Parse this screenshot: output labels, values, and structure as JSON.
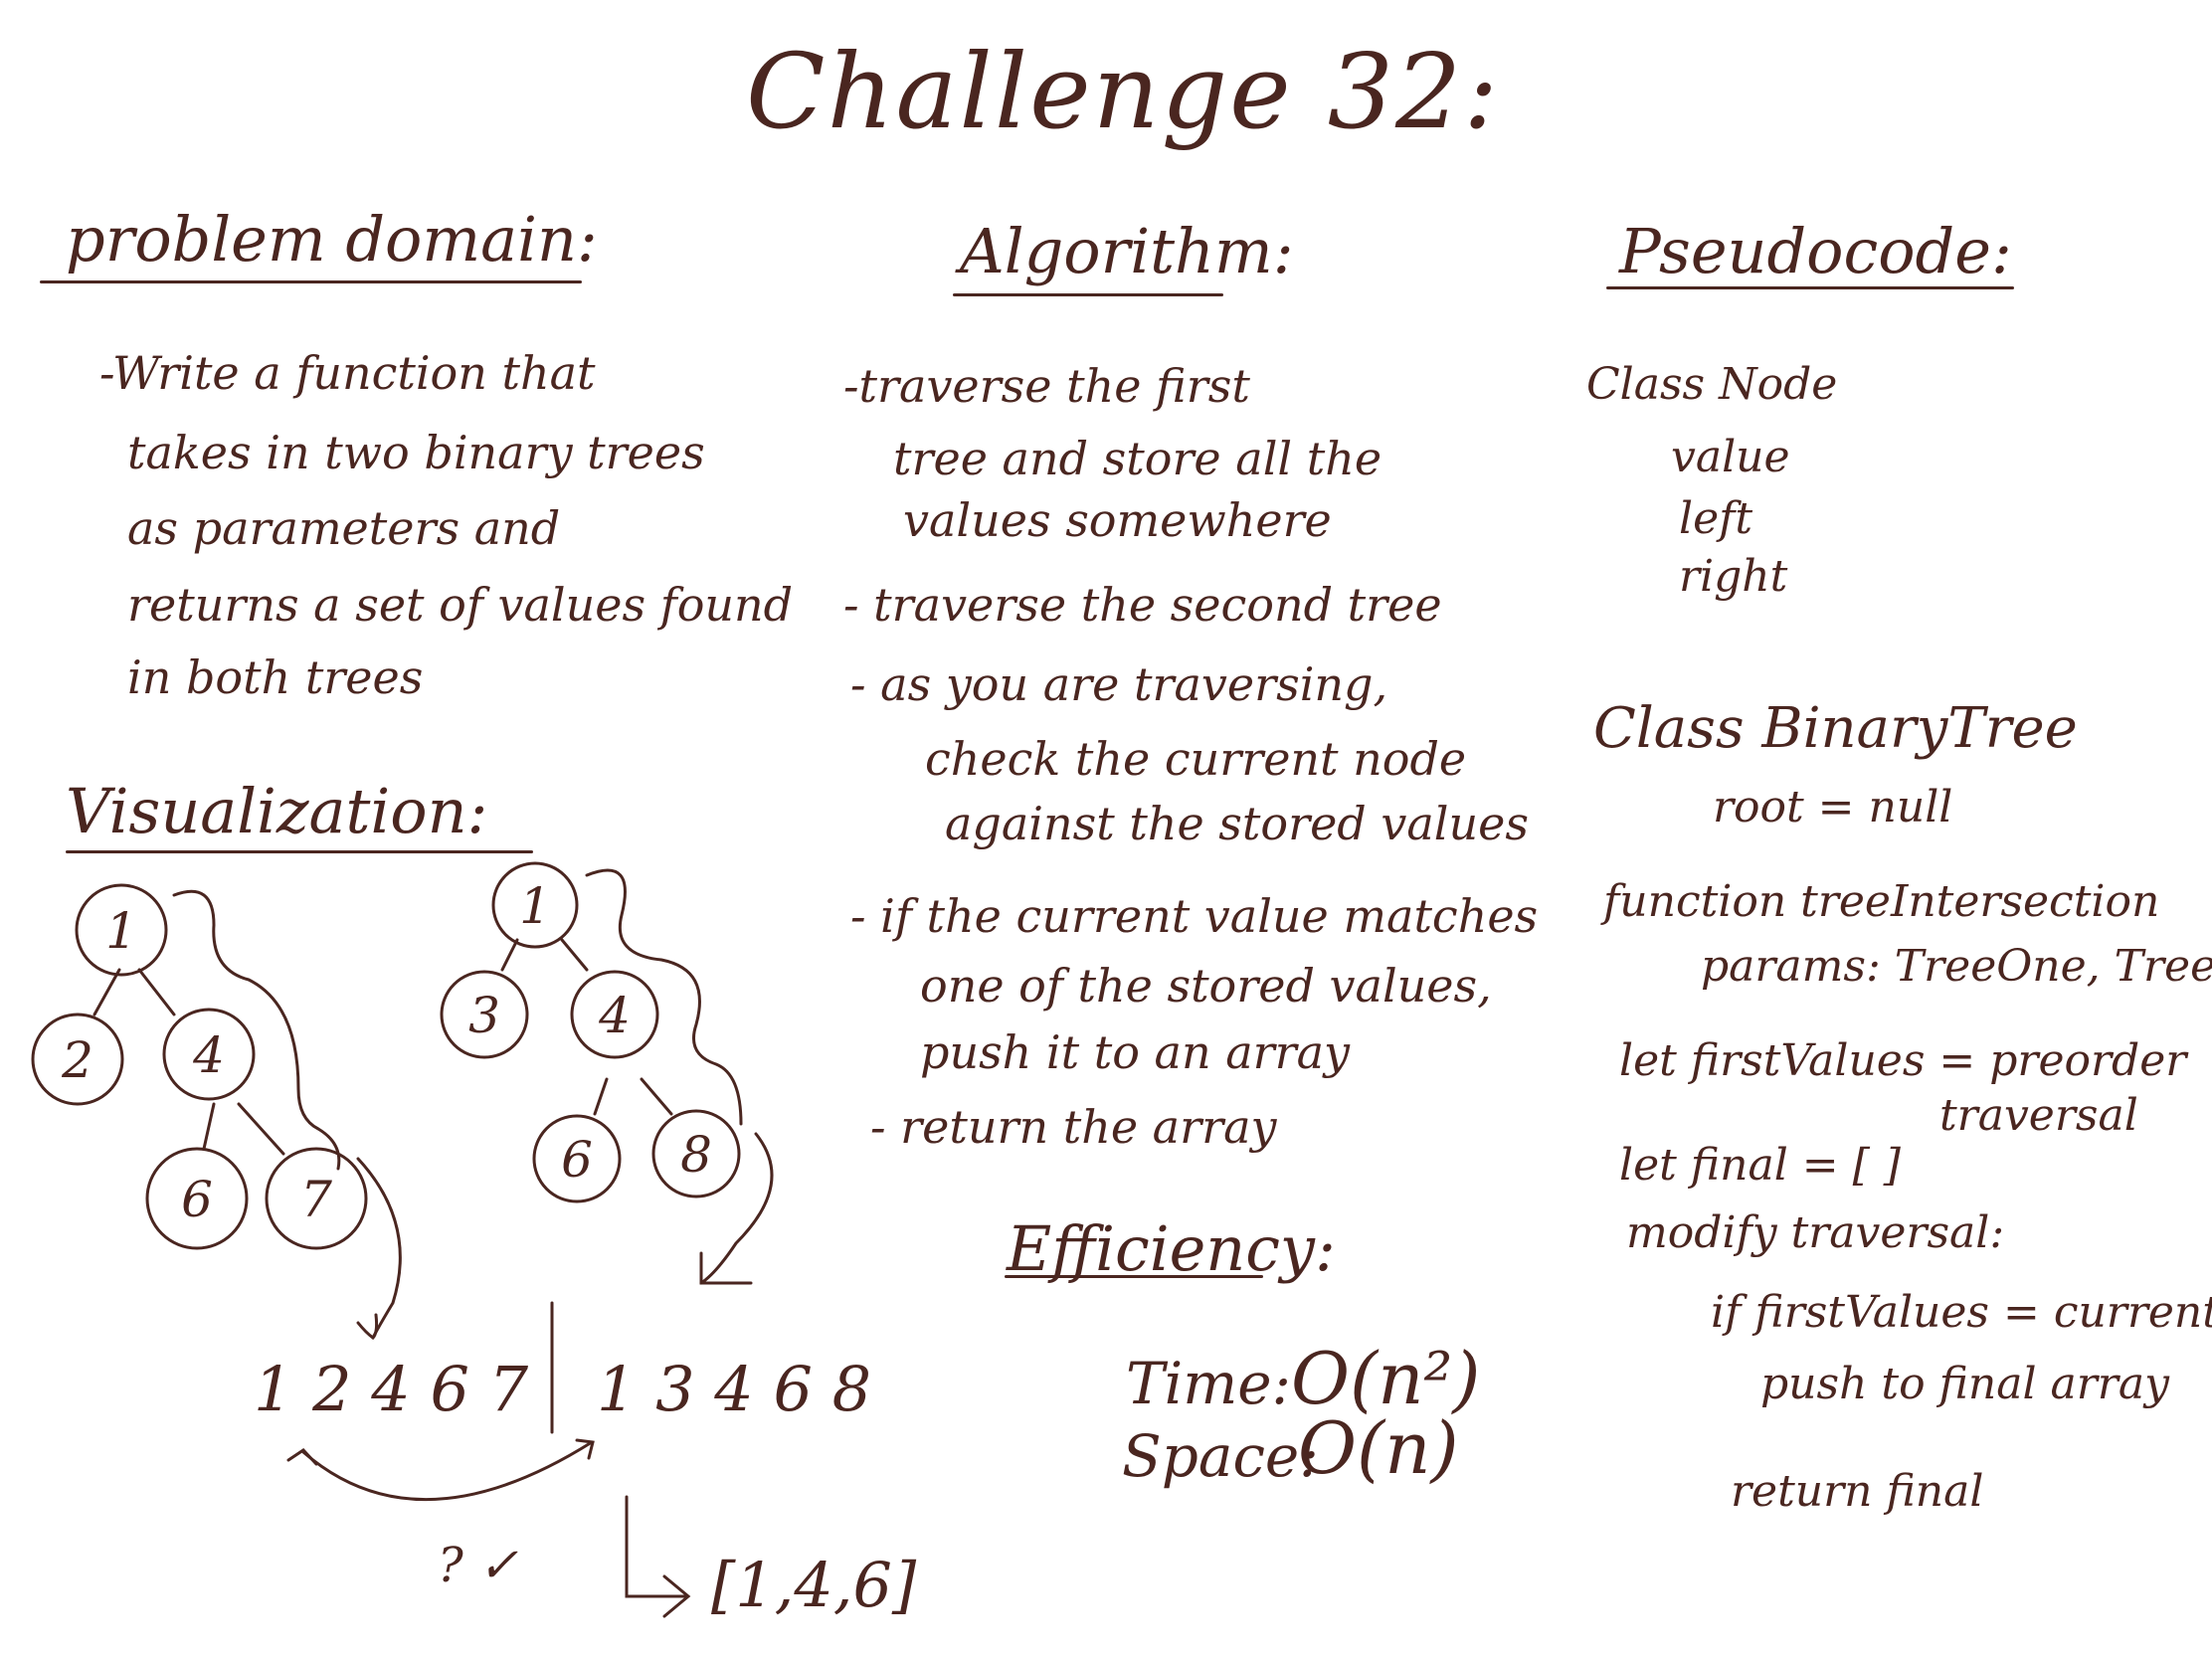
{
  "title": "Challenge 32:",
  "problem_domain": {
    "heading": "problem domain:",
    "lines": [
      "-Write a function that",
      "takes in two binary trees",
      "as parameters and",
      "returns a set of values found",
      "in both trees"
    ]
  },
  "algorithm": {
    "heading": "Algorithm:",
    "lines": [
      "-traverse the first",
      "tree and store all the",
      "values somewhere",
      "- traverse the second tree",
      "- as you are traversing,",
      "check the current node",
      "against the stored values",
      "- if the current value matches",
      "one of the stored values,",
      "push it to an array",
      "- return the array"
    ]
  },
  "pseudocode": {
    "heading": "Pseudocode:",
    "lines": [
      "Class Node",
      "value",
      "left",
      "right",
      "Class BinaryTree",
      "root = null",
      "function treeIntersection",
      "params: TreeOne, TreeTwo",
      "let firstValues = preorder",
      "traversal",
      "let final = [ ]",
      "modify traversal:",
      "if firstValues = current,",
      "push to final array",
      "return final"
    ]
  },
  "visualization": {
    "heading": "Visualization:",
    "tree_one": [
      "1",
      "2",
      "4",
      "6",
      "7"
    ],
    "tree_two": [
      "1",
      "3",
      "4",
      "6",
      "8"
    ],
    "sequence_one": "1 2 4 6 7",
    "sequence_two": "1 3 4 6 8",
    "marks": "? ✓",
    "result": "[1,4,6]"
  },
  "efficiency": {
    "heading": "Efficiency:",
    "time_label": "Time:",
    "time_value": "O(n²)",
    "space_label": "Space:",
    "space_value": "O(n)"
  }
}
